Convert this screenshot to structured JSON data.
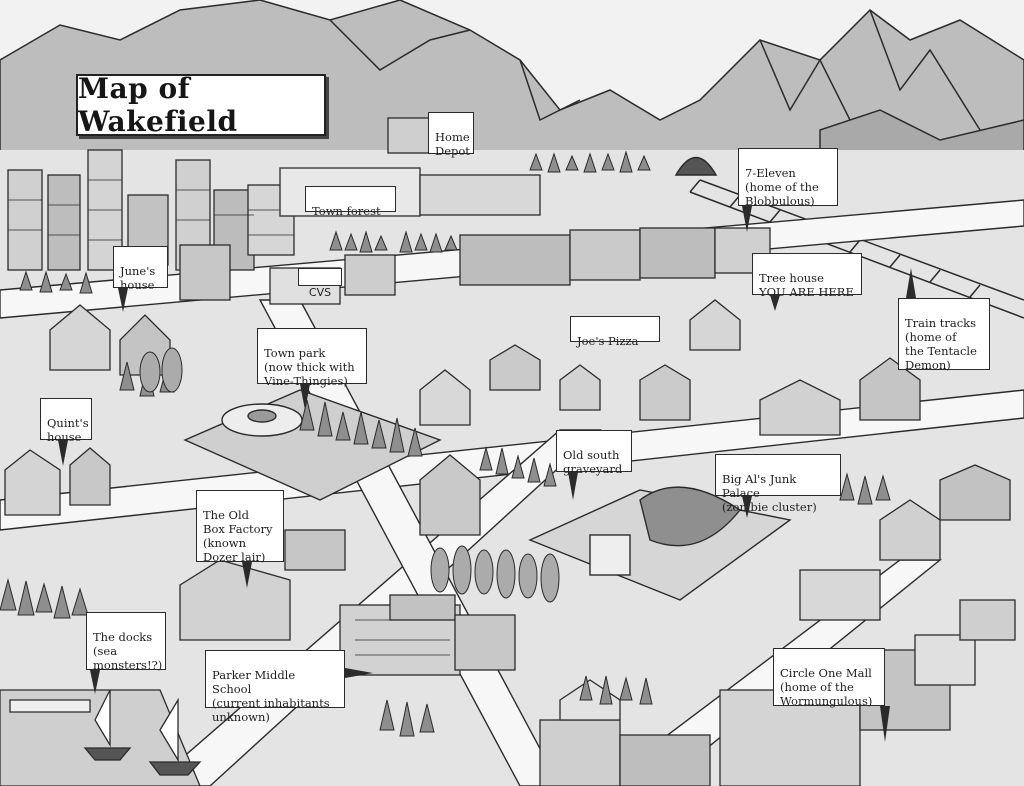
{
  "title": "Map of Wakefield",
  "labels": {
    "home_depot": "Home\nDepot",
    "town_forest": "Town forest",
    "seven_eleven": "7-Eleven\n(home of the\nBlobbulous)",
    "junes_house": "June's\nhouse",
    "tree_house": "Tree house\nYOU ARE HERE",
    "train_tracks": "Train tracks\n(home of\nthe Tentacle\nDemon)",
    "joes_pizza": "Joe's Pizza",
    "town_park": "Town park\n(now thick with\nVine-Thingies)",
    "quints_house": "Quint's\nhouse",
    "old_south_graveyard": "Old south\ngraveyard",
    "big_als": "Big Al's Junk Palace\n(zombie cluster)",
    "old_box_factory": "The Old\nBox Factory\n(known\nDozer lair)",
    "the_docks": "The docks\n(sea\nmonsters!?)",
    "parker_middle_school": "Parker Middle School\n(current inhabitants\nunknown)",
    "circle_one_mall": "Circle One Mall\n(home of the\nWormungulous)",
    "cvs_sign": "CVS"
  },
  "colors": {
    "background": "#f2f2f2",
    "ink": "#2b2b2b",
    "gray_light": "#d6d6d6",
    "gray_mid": "#b8b8b8",
    "gray_dark": "#8f8f8f",
    "label_fill": "#ffffff"
  }
}
